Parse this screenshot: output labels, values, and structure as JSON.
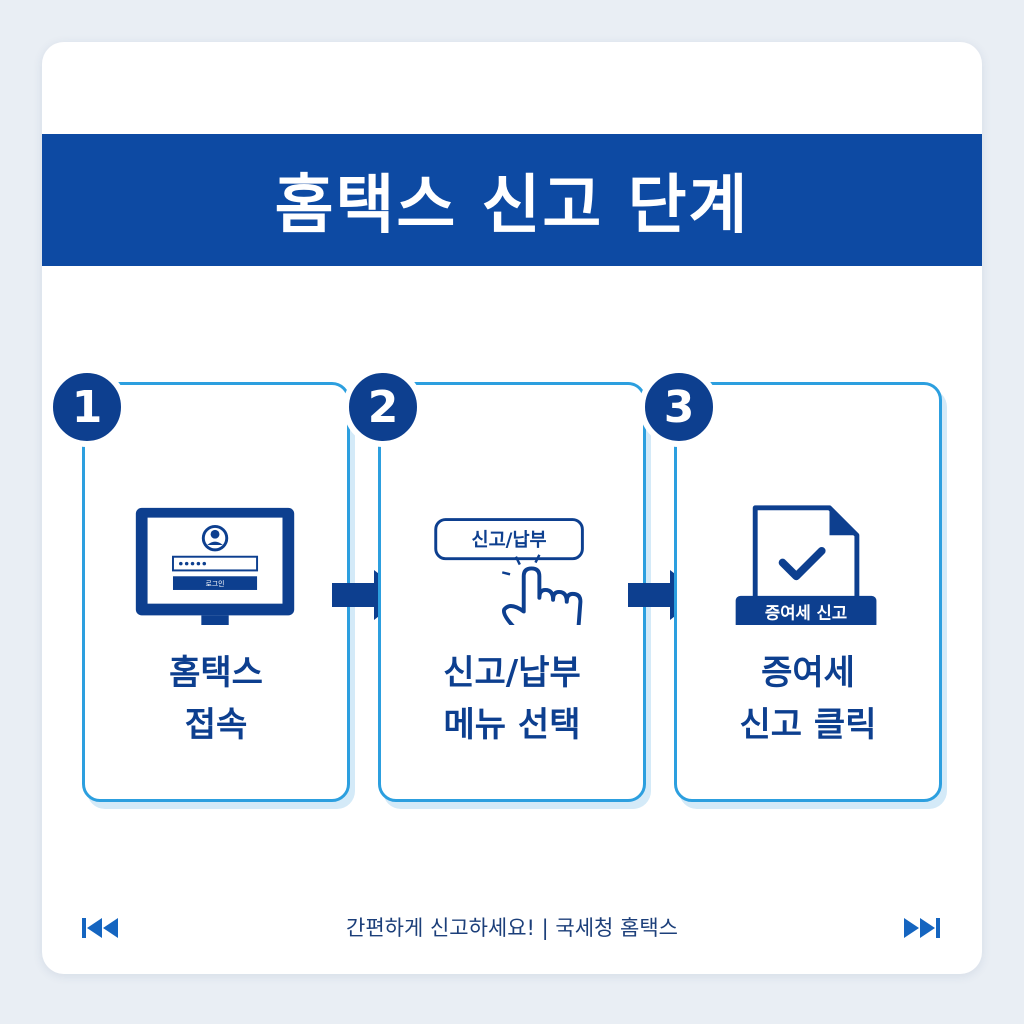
{
  "banner": {
    "title": "홈택스 신고 단계"
  },
  "steps": [
    {
      "number": "1",
      "label": "홈택스\n접속",
      "icon": "computer-login-icon",
      "login_button": "로그인"
    },
    {
      "number": "2",
      "label": "신고/납부\n메뉴 선택",
      "icon": "hand-click-icon",
      "button": "신고/납부"
    },
    {
      "number": "3",
      "label": "증여세\n신고 클릭",
      "icon": "document-check-icon",
      "badge": "증여세 신고"
    }
  ],
  "footer": {
    "text": "간편하게 신고하세요!  |  국세청 홈택스",
    "prev_icon": "skip-back-icon",
    "next_icon": "skip-forward-icon"
  },
  "colors": {
    "primary": "#0d4aa3",
    "dark": "#0d3f8f",
    "border": "#2c9fdf",
    "background": "#e9eef4"
  }
}
